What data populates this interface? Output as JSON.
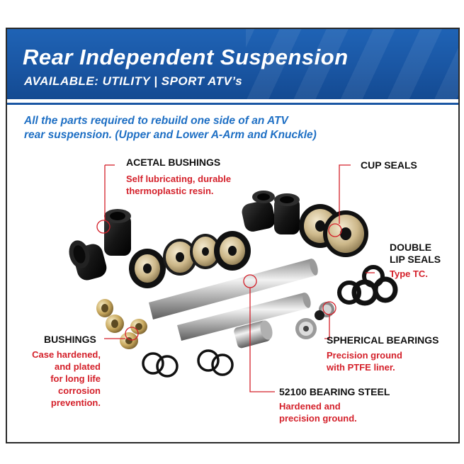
{
  "banner": {
    "title": "Rear Independent Suspension",
    "subtitle": "AVAILABLE: UTILITY  |  SPORT ATV’s"
  },
  "intro": {
    "line1": "All the parts required to rebuild one side of an ATV",
    "line2": "rear suspension. (Upper and Lower A-Arm and Knuckle)"
  },
  "callouts": {
    "acetal": {
      "label": "ACETAL BUSHINGS",
      "desc1": "Self lubricating, durable",
      "desc2": "thermoplastic resin."
    },
    "cup": {
      "label": "CUP SEALS"
    },
    "double": {
      "label1": "DOUBLE",
      "label2": "LIP SEALS",
      "desc1": "Type TC."
    },
    "bushings": {
      "label": "BUSHINGS",
      "desc1": "Case hardened,",
      "desc2": "and plated",
      "desc3": "for long life",
      "desc4": "corrosion",
      "desc5": "prevention."
    },
    "spherical": {
      "label": "SPHERICAL BEARINGS",
      "desc1": "Precision ground",
      "desc2": "with  PTFE  liner."
    },
    "steel": {
      "label": "52100 BEARING STEEL",
      "desc1": "Hardened and",
      "desc2": "precision ground."
    }
  },
  "colors": {
    "banner_blue": "#1a56a3",
    "accent_red": "#d4202a",
    "intro_blue": "#1e6fc4"
  }
}
